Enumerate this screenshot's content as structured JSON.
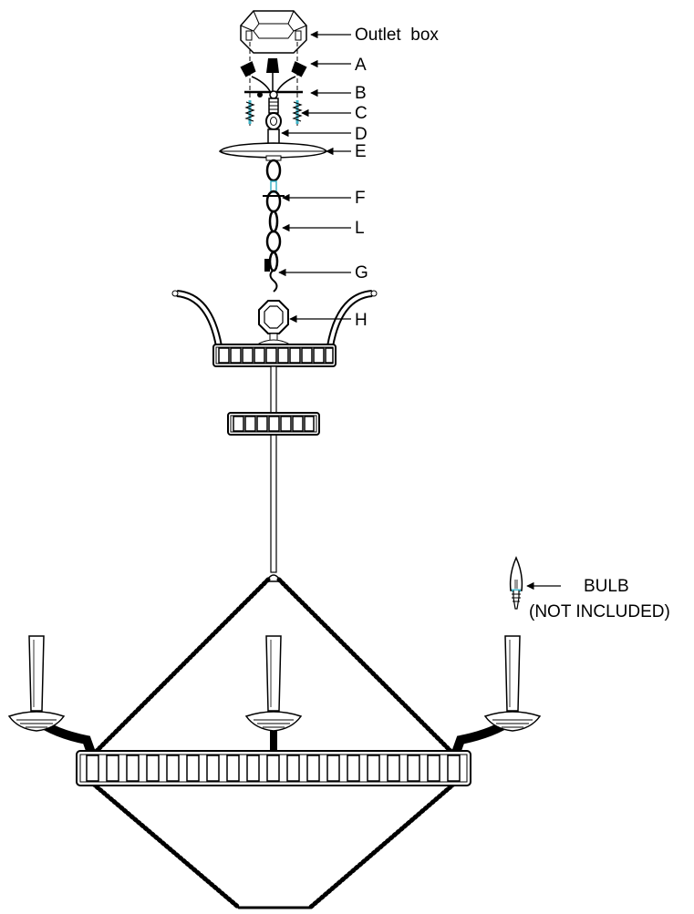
{
  "labels": {
    "outlet_box": "Outlet  box",
    "a": "A",
    "b": "B",
    "c": "C",
    "d": "D",
    "e": "E",
    "f": "F",
    "l": "L",
    "g": "G",
    "h": "H",
    "bulb": "BULB",
    "not_included": "(NOT INCLUDED)"
  },
  "colors": {
    "line": "#000000",
    "accent": "#3fb4c8",
    "background": "#ffffff"
  }
}
